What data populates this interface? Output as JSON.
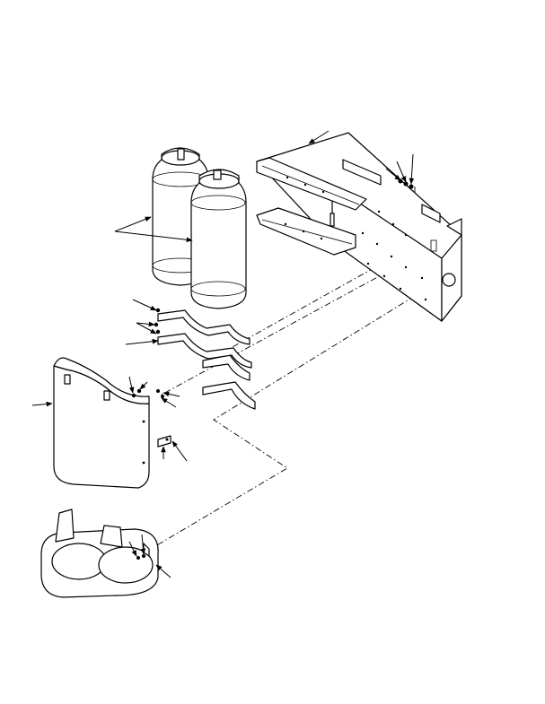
{
  "figure": {
    "colors": {
      "line": "#000000",
      "background": "#ffffff"
    },
    "parts": [
      "mounting-bracket-assembly",
      "fuel-cylinder",
      "cylinder-strap",
      "cylinder-cover",
      "cylinder-base-tray",
      "hardware-screw",
      "hardware-washer",
      "hardware-nut",
      "retaining-clip"
    ]
  }
}
